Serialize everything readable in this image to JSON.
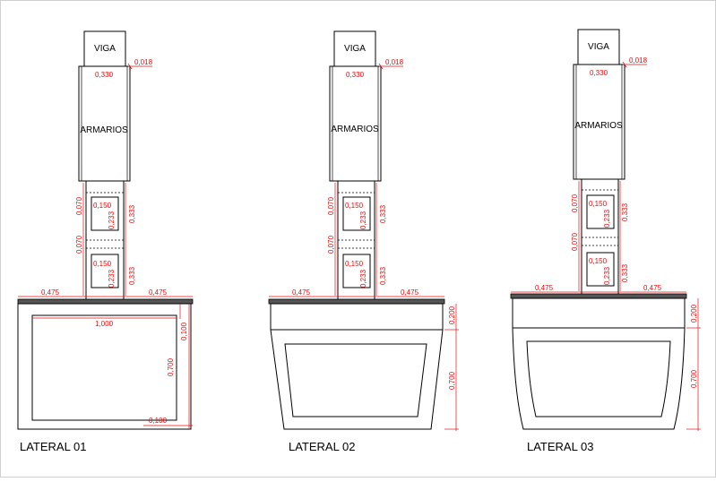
{
  "labels": {
    "viga": "VIGA",
    "armarios": "ARMARIOS"
  },
  "views": [
    {
      "title": "LATERAL 01",
      "dims": {
        "d018": "0,018",
        "d330": "0,330",
        "d070a": "0,070",
        "d150a": "0,150",
        "d233a": "0,233",
        "d333a": "0,333",
        "d070b": "0,070",
        "d150b": "0,150",
        "d233b": "0,233",
        "d333b": "0,333",
        "d475l": "0,475",
        "d475r": "0,475",
        "d1000": "1,000",
        "d100v": "0,100",
        "d700": "0,700",
        "d100h": "0,100"
      }
    },
    {
      "title": "LATERAL 02",
      "dims": {
        "d018": "0,018",
        "d330": "0,330",
        "d070a": "0,070",
        "d150a": "0,150",
        "d233a": "0,233",
        "d333a": "0,333",
        "d070b": "0,070",
        "d150b": "0,150",
        "d233b": "0,233",
        "d333b": "0,333",
        "d475l": "0,475",
        "d475r": "0,475",
        "d200": "0,200",
        "d700": "0,700"
      }
    },
    {
      "title": "LATERAL 03",
      "dims": {
        "d018": "0,018",
        "d330": "0,330",
        "d070a": "0,070",
        "d150a": "0,150",
        "d233a": "0,233",
        "d333a": "0,333",
        "d070b": "0,070",
        "d150b": "0,150",
        "d233b": "0,233",
        "d333b": "0,333",
        "d475l": "0,475",
        "d475r": "0,475",
        "d200": "0,200",
        "d700": "0,700"
      }
    }
  ]
}
